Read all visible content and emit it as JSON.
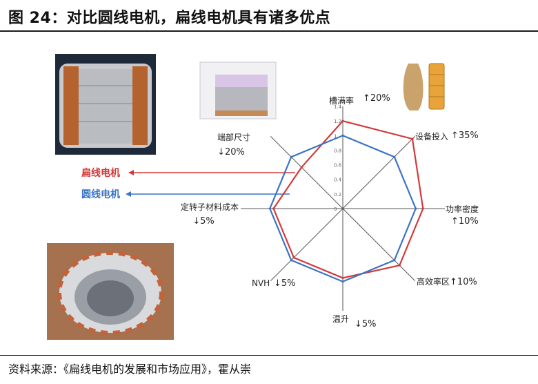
{
  "title": "图 24：对比圆线电机，扁线电机具有诸多优点",
  "source": "资料来源：《扁线电机的发展和市场应用》，霍从崇",
  "chart_data": {
    "type": "radar",
    "axes": [
      {
        "label": "槽满率",
        "change": "↑20%"
      },
      {
        "label": "设备投入",
        "change": "↑35%"
      },
      {
        "label": "功率密度",
        "change": "↑10%"
      },
      {
        "label": "高效率区",
        "change": "↑10%"
      },
      {
        "label": "温升",
        "change": "↓5%"
      },
      {
        "label": "NVH",
        "change": "↓5%"
      },
      {
        "label": "定转子材料成本",
        "change": "↓5%"
      },
      {
        "label": "端部尺寸",
        "change": "↓20%"
      }
    ],
    "ticks": [
      "1.4",
      "1.2",
      "1",
      "0.8",
      "0.6",
      "0.4",
      "0.2",
      "0"
    ],
    "range": [
      0,
      1.4
    ],
    "series": [
      {
        "name": "扁线电机",
        "color": "#d23a3a",
        "values": [
          1.2,
          1.35,
          1.1,
          1.1,
          0.95,
          0.95,
          0.95,
          0.8
        ]
      },
      {
        "name": "圆线电机",
        "color": "#3a73c4",
        "values": [
          1.0,
          1.0,
          1.0,
          1.0,
          1.0,
          1.0,
          1.0,
          1.0
        ]
      }
    ]
  },
  "colors": {
    "accent_red": "#d23a3a",
    "accent_blue": "#3a73c4"
  }
}
